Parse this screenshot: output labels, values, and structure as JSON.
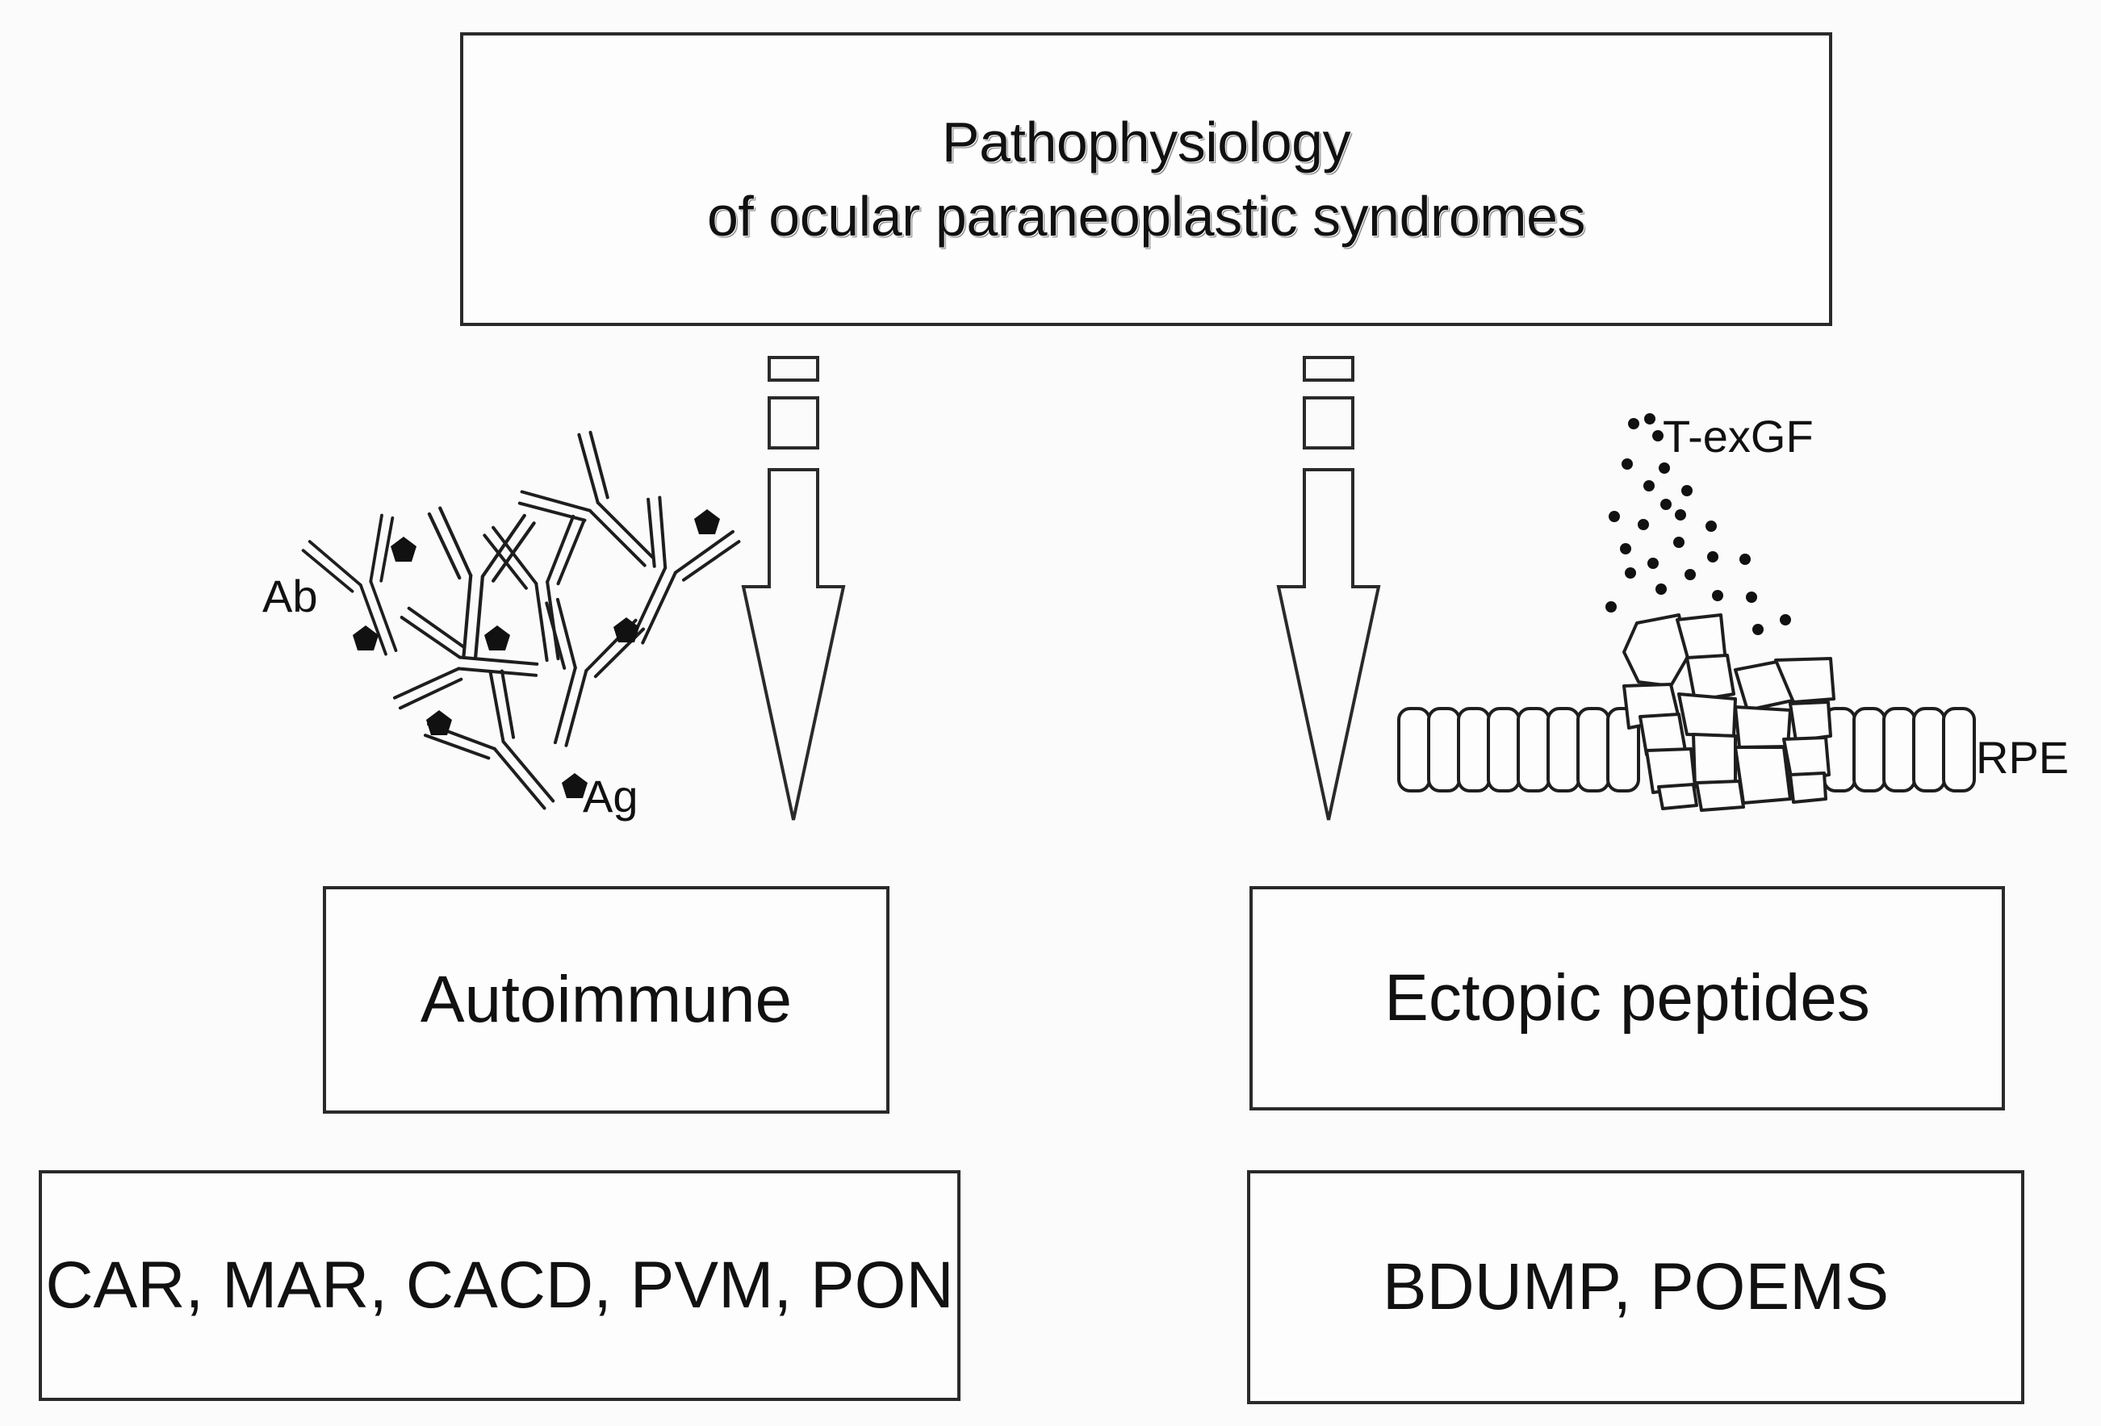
{
  "title": {
    "line1": "Pathophysiology",
    "line2": "of ocular paraneoplastic syndromes"
  },
  "branches": {
    "left": {
      "mechanism": "Autoimmune",
      "diseases": "CAR, MAR, CACD, PVM, PON",
      "illustration_labels": {
        "antibody": "Ab",
        "antigen": "Ag"
      }
    },
    "right": {
      "mechanism": "Ectopic peptides",
      "diseases": "BDUMP, POEMS",
      "illustration_labels": {
        "growth_factor": "T-exGF",
        "epithelium": "RPE"
      }
    }
  },
  "colors": {
    "line": "#2a2a2a",
    "background": "#fbfbfb",
    "text": "#111111"
  }
}
